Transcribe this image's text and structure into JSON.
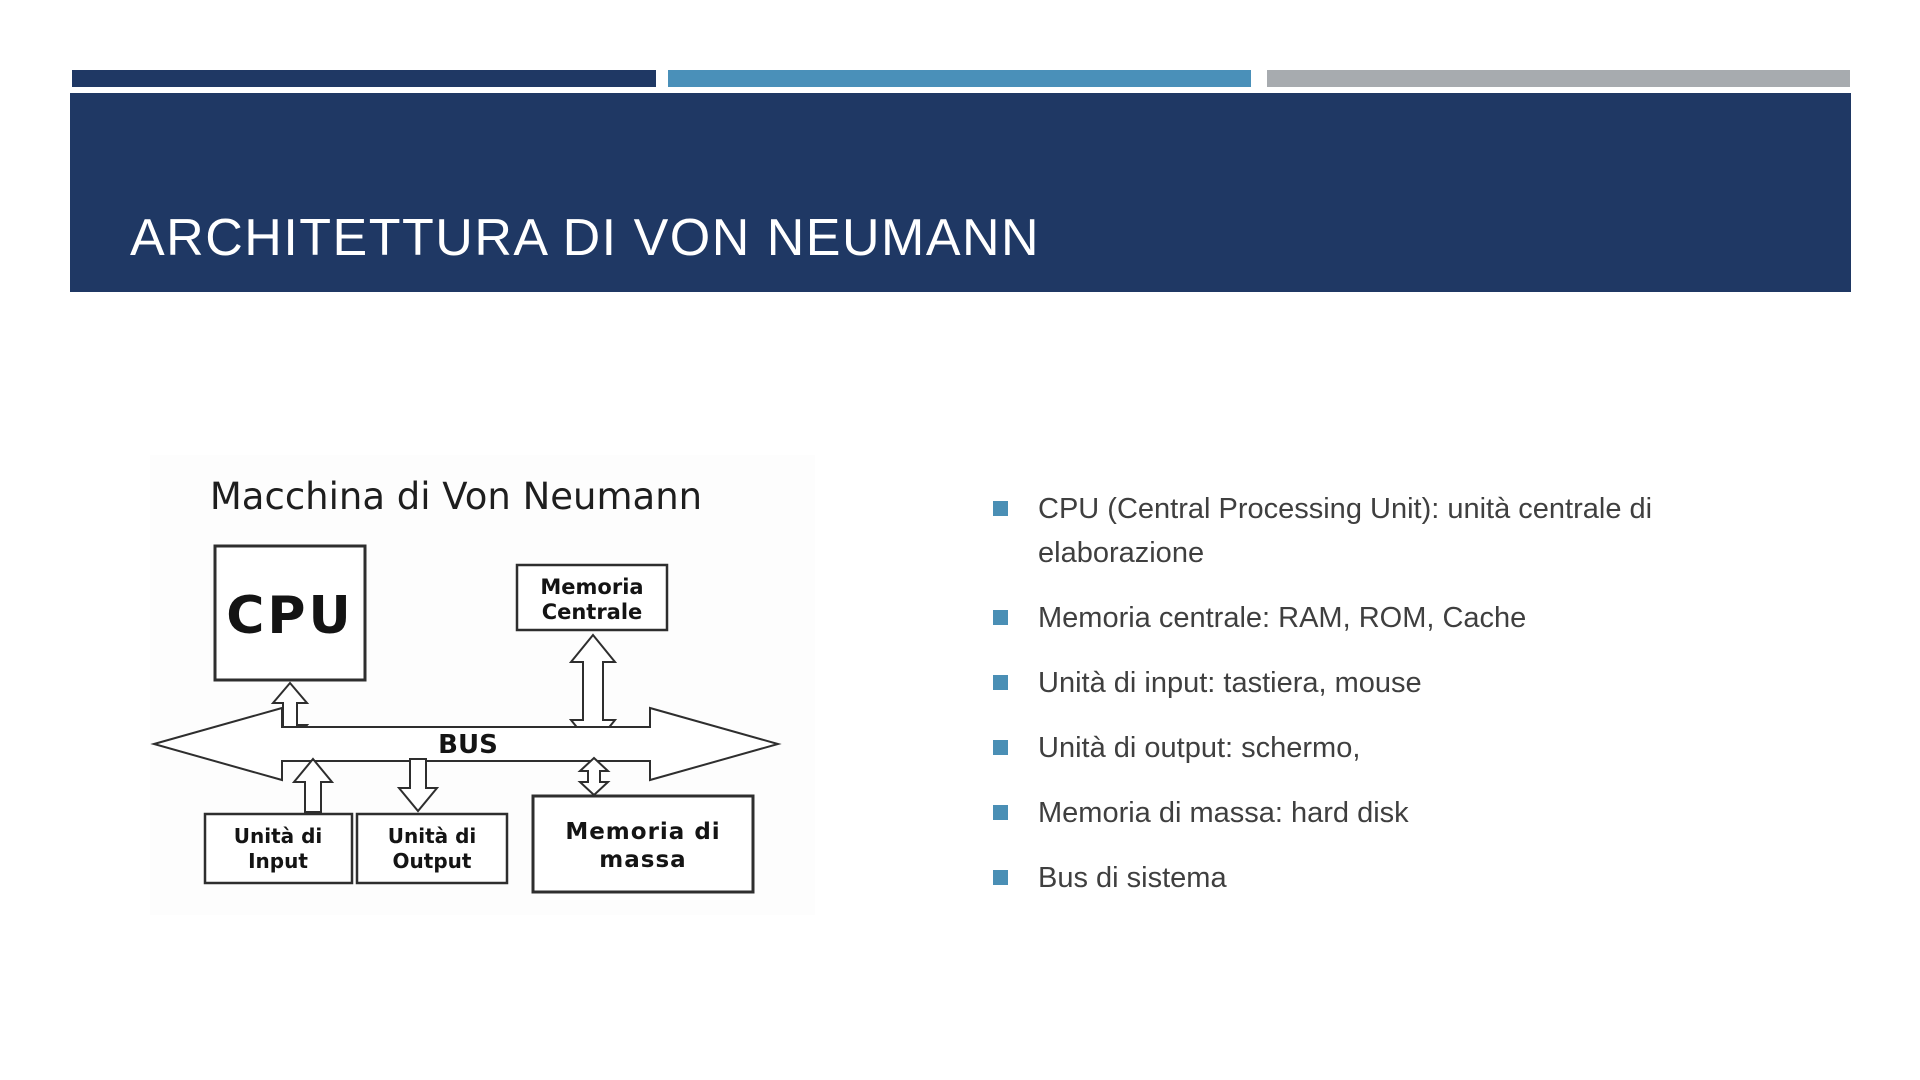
{
  "slide": {
    "title": "ARCHITETTURA DI VON NEUMANN"
  },
  "colors": {
    "banner_navy": "#1F3864",
    "accent_blue": "#4A90B9",
    "accent_gray": "#A7ABAF",
    "bullet_marker_blue": "#4A8FB5",
    "body_text": "#3F3F3F",
    "title_text": "#FFFFFF"
  },
  "diagram": {
    "title": "Macchina di Von Neumann",
    "bus_label": "BUS",
    "boxes": {
      "cpu": "CPU",
      "memoria_centrale": [
        "Memoria",
        "Centrale"
      ],
      "unita_input": [
        "Unità di",
        "Input"
      ],
      "unita_output": [
        "Unità di",
        "Output"
      ],
      "memoria_massa": [
        "Memoria di",
        "massa"
      ]
    }
  },
  "bullets": {
    "items": [
      "CPU (Central Processing Unit): unità centrale di elaborazione",
      "Memoria centrale: RAM, ROM, Cache",
      "Unità di input: tastiera, mouse",
      "Unità di output: schermo,",
      "Memoria di massa: hard disk",
      "Bus di sistema"
    ]
  }
}
